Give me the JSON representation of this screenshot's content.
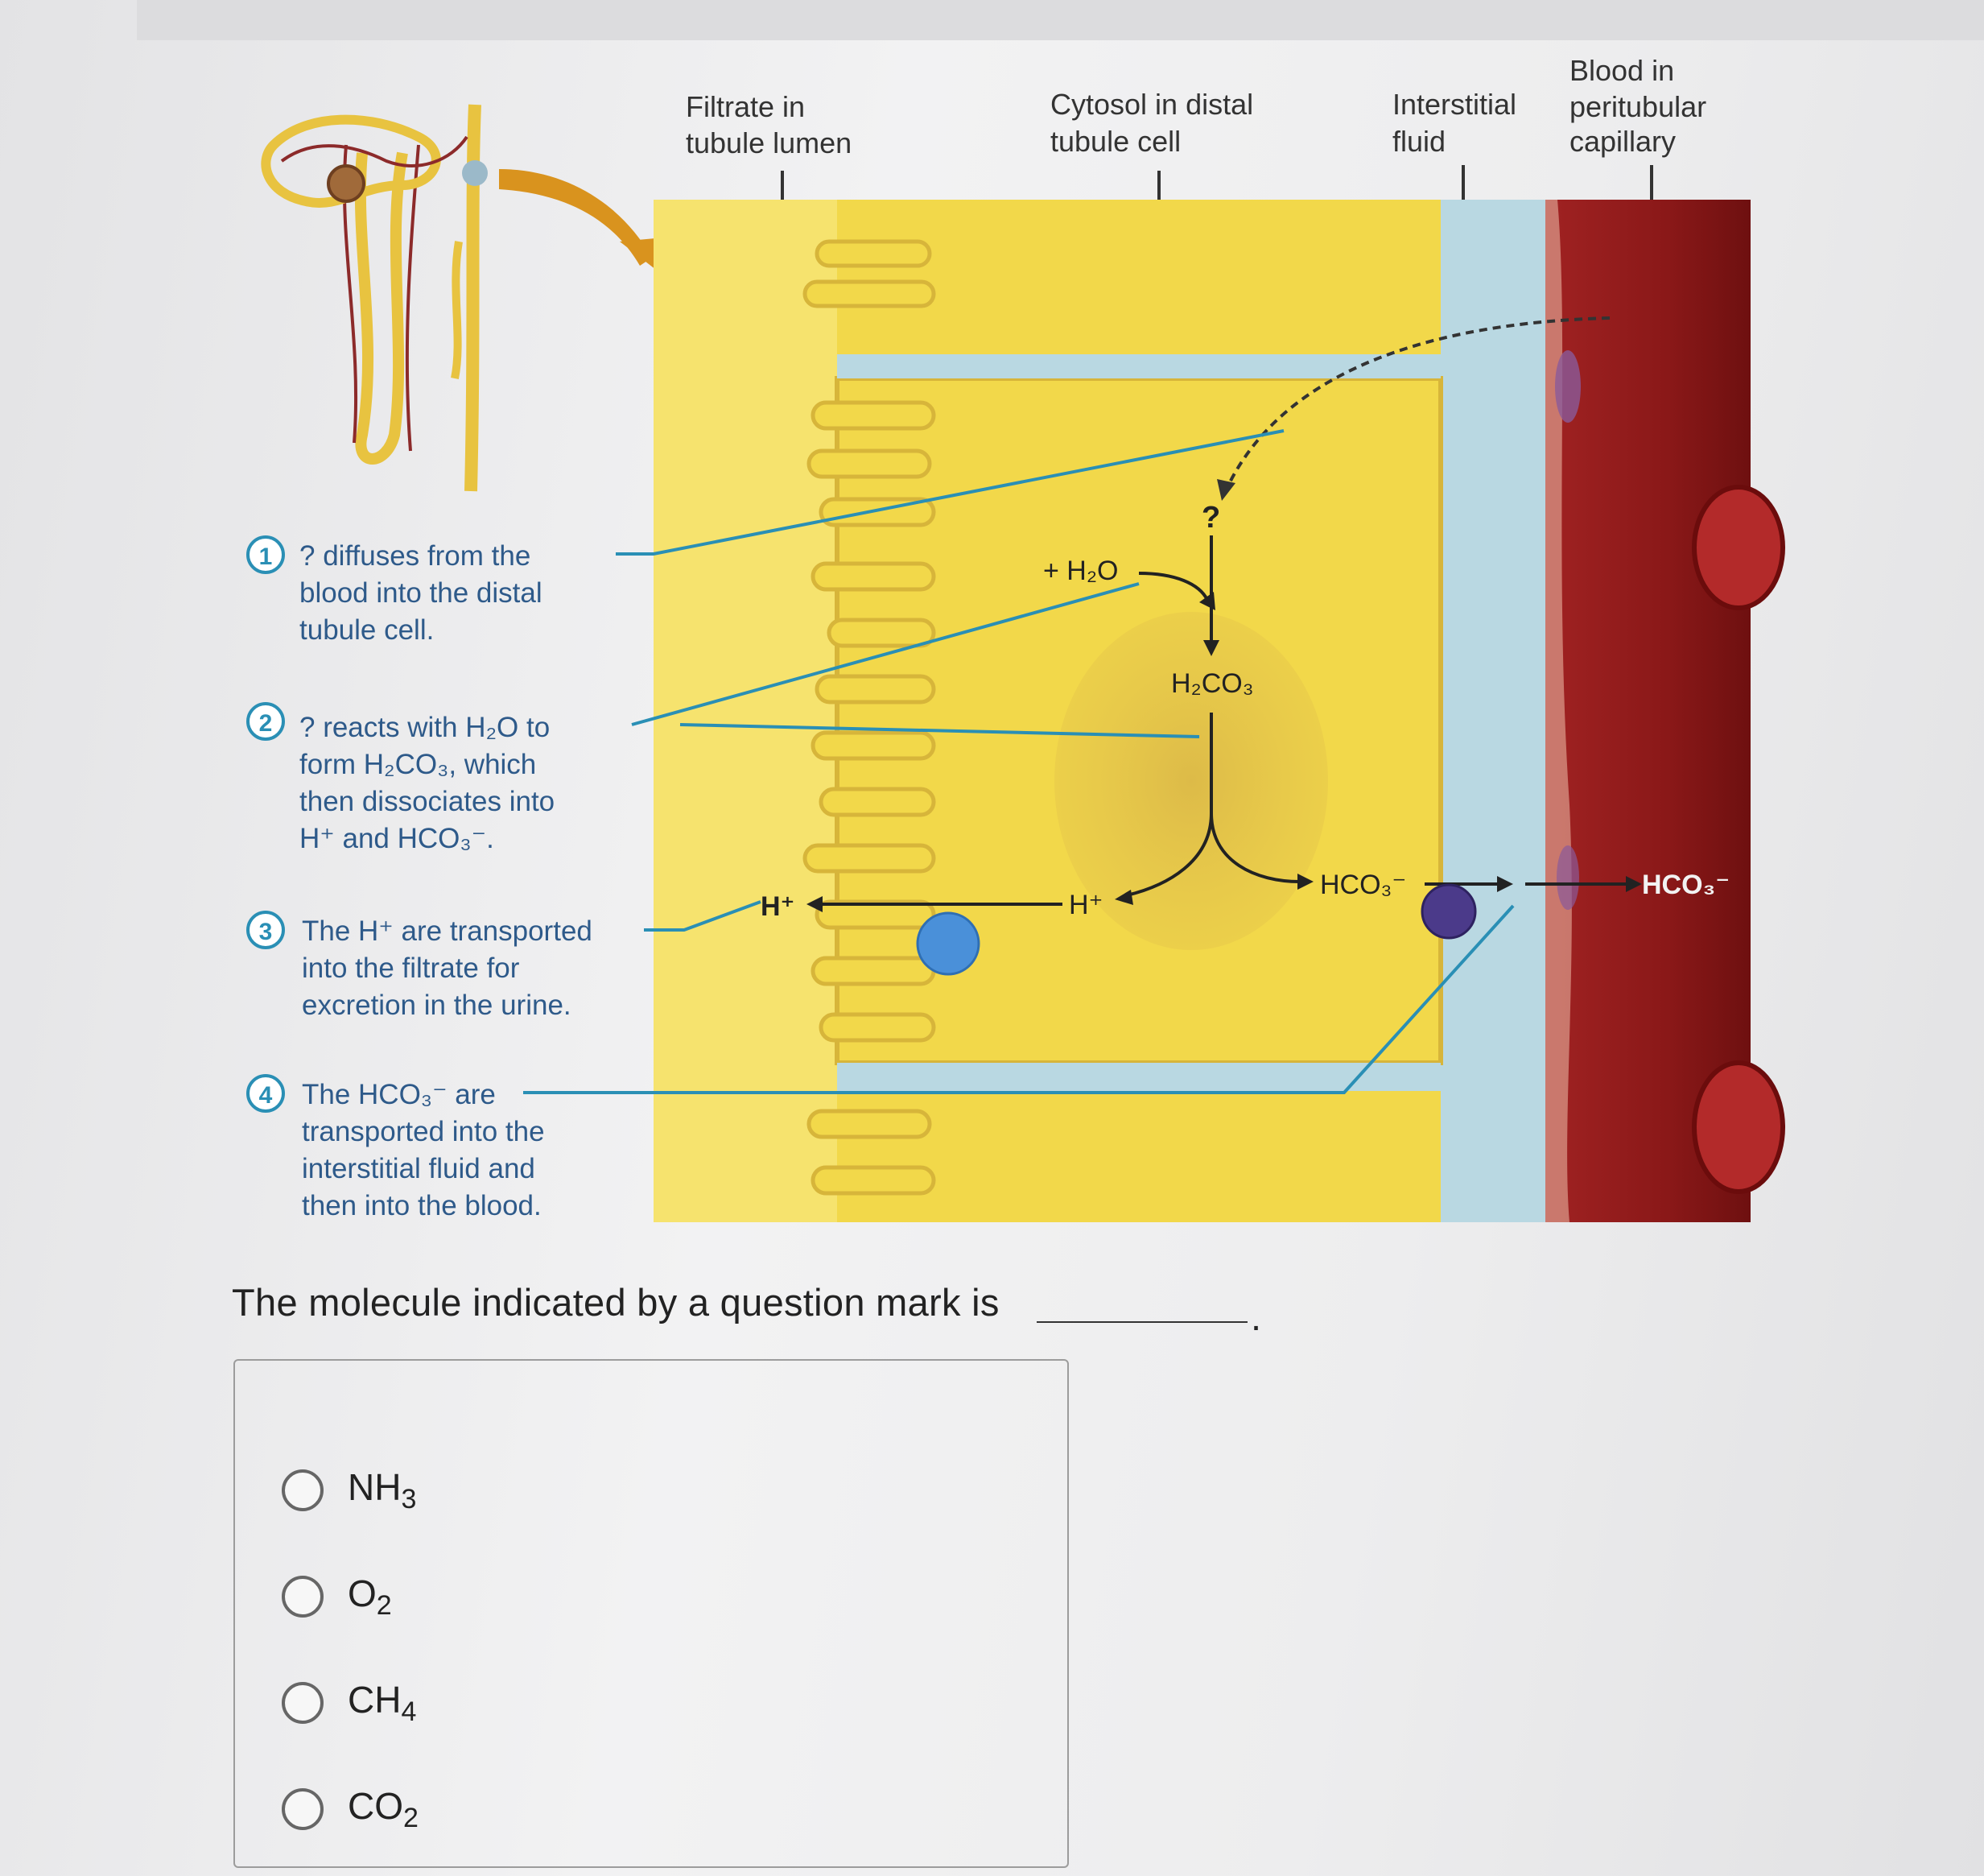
{
  "figure": {
    "headers": {
      "filtrate": [
        "Filtrate in",
        "tubule lumen"
      ],
      "cytosol": [
        "Cytosol in distal",
        "tubule cell"
      ],
      "interstitial": [
        "Interstitial",
        "fluid"
      ],
      "blood": [
        "Blood in",
        "peritubular",
        "capillary"
      ]
    },
    "steps": [
      {
        "number": "1",
        "lines": [
          "? diffuses from the",
          "blood into the distal",
          "tubule cell."
        ]
      },
      {
        "number": "2",
        "lines": [
          "? reacts with H₂O to",
          "form H₂CO₃, which",
          "then dissociates into",
          "H⁺ and HCO₃⁻."
        ]
      },
      {
        "number": "3",
        "lines": [
          "The H⁺ are transported",
          "into the filtrate for",
          "excretion in the urine."
        ]
      },
      {
        "number": "4",
        "lines": [
          "The HCO₃⁻ are",
          "transported into the",
          "interstitial fluid and",
          "then into the blood."
        ]
      }
    ],
    "labels": {
      "question_mark": "?",
      "water": "+ H₂O",
      "carbonic_acid": "H₂CO₃",
      "h_ion_cell": "H⁺",
      "h_ion_lumen": "H⁺",
      "bicarb_cell": "HCO₃⁻",
      "bicarb_blood": "HCO₃⁻"
    },
    "colors": {
      "cell_yellow": "#f2d84a",
      "interstitial_blue": "#b9d8e2",
      "blood_red": "#8e1c1c",
      "leader_line": "#2a8fb5",
      "transporter_blue": "#4a90d9",
      "transporter_purple": "#4b3a8a"
    }
  },
  "question": {
    "text": "The molecule indicated by a question mark is",
    "end_punct": ".",
    "options": [
      {
        "base": "NH",
        "sub": "3"
      },
      {
        "base": "O",
        "sub": "2"
      },
      {
        "base": "CH",
        "sub": "4"
      },
      {
        "base": "CO",
        "sub": "2"
      }
    ]
  }
}
